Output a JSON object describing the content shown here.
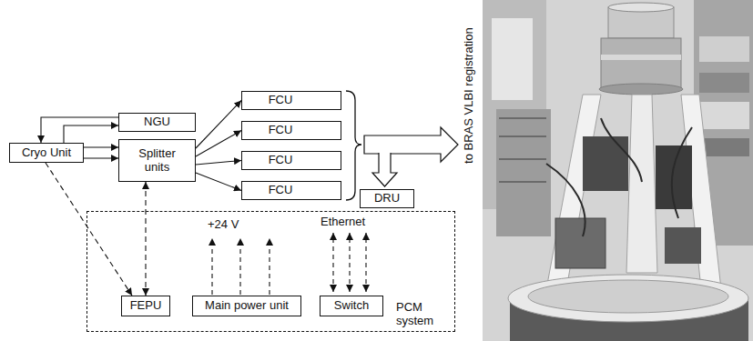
{
  "diagram": {
    "nodes": [
      {
        "text": [
          "Cryo Unit"
        ]
      },
      {
        "text": [
          "NGU"
        ]
      },
      {
        "text": [
          "Splitter units"
        ]
      },
      {
        "text": [
          "FCU"
        ]
      },
      {
        "text": [
          "FCU"
        ]
      },
      {
        "text": [
          "FCU"
        ]
      },
      {
        "text": [
          "FCU"
        ]
      },
      {
        "text": [
          "DRU"
        ]
      },
      {
        "text": [
          "PCM system"
        ]
      },
      {
        "text": [
          "FEPU"
        ],
        "in": 8
      },
      {
        "text": [
          "Main power unit"
        ],
        "in": 8
      },
      {
        "text": [
          "Switch"
        ],
        "in": 8
      }
    ],
    "edges": [
      {
        "from": 0,
        "to": 1,
        "arrow": "to"
      },
      {
        "from": 1,
        "to": 0,
        "arrow": "to"
      },
      {
        "from": 0,
        "to": 2,
        "arrow": "to"
      },
      {
        "from": 0,
        "to": 2,
        "arrow": "to"
      },
      {
        "from": 2,
        "to": 3,
        "arrow": "to"
      },
      {
        "from": 2,
        "to": 4,
        "arrow": "to"
      },
      {
        "from": 2,
        "to": 5,
        "arrow": "to"
      },
      {
        "from": 2,
        "to": 6,
        "arrow": "to"
      },
      {
        "from": 0,
        "to": 9,
        "arrow": "to"
      },
      {
        "from": 2,
        "to": 9,
        "arrow": "both"
      }
    ],
    "labels": [
      "to BRAS VLBI registration",
      "+24 V",
      "Ethernet"
    ]
  }
}
